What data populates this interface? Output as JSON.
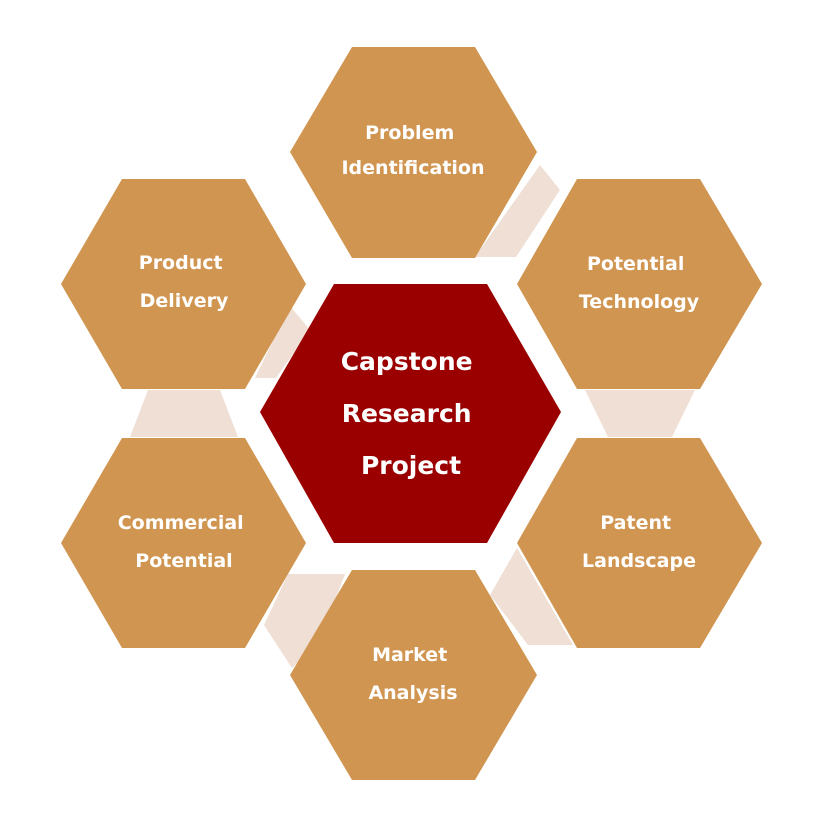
{
  "colors": {
    "center_fill": "#9b0000",
    "outer_fill": "#d09550",
    "connector_fill": "#efdfd4",
    "text": "#ffffff",
    "background": "#ffffff"
  },
  "center": {
    "lines": [
      "Capstone",
      "Research",
      "Project"
    ]
  },
  "nodes": [
    {
      "id": "problem-identification",
      "lines": [
        "Problem",
        "Identification"
      ]
    },
    {
      "id": "potential-technology",
      "lines": [
        "Potential",
        "Technology"
      ]
    },
    {
      "id": "patent-landscape",
      "lines": [
        "Patent",
        "Landscape"
      ]
    },
    {
      "id": "market-analysis",
      "lines": [
        "Market",
        "Analysis"
      ]
    },
    {
      "id": "commercial-potential",
      "lines": [
        "Commercial",
        "Potential"
      ]
    },
    {
      "id": "product-delivery",
      "lines": [
        "Product",
        "Delivery"
      ]
    }
  ]
}
